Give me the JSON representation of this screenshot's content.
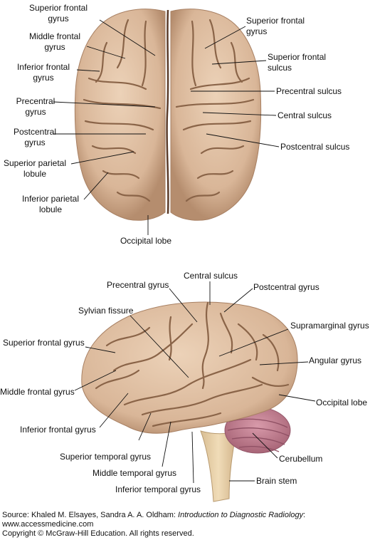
{
  "top_view": {
    "labels": {
      "superior_frontal_gyrus_left": "Superior frontal\ngyrus",
      "middle_frontal_gyrus": "Middle frontal\ngyrus",
      "inferior_frontal_gyrus": "Inferior frontal\ngyrus",
      "precentral_gyrus": "Precentral\ngyrus",
      "postcentral_gyrus": "Postcentral\ngyrus",
      "superior_parietal_lobule": "Superior parietal\nlobule",
      "inferior_parietal_lobule": "Inferior parietal\nlobule",
      "occipital_lobe": "Occipital lobe",
      "superior_frontal_gyrus_right": "Superior frontal\ngyrus",
      "superior_frontal_sulcus": "Superior frontal\nsulcus",
      "precentral_sulcus": "Precentral sulcus",
      "central_sulcus": "Central sulcus",
      "postcentral_sulcus": "Postcentral sulcus"
    }
  },
  "side_view": {
    "labels": {
      "central_sulcus": "Central sulcus",
      "precentral_gyrus": "Precentral gyrus",
      "postcentral_gyrus": "Postcentral gyrus",
      "sylvian_fissure": "Sylvian fissure",
      "supramarginal_gyrus": "Supramarginal gyrus",
      "superior_frontal_gyrus": "Superior frontal gyrus",
      "angular_gyrus": "Angular gyrus",
      "middle_frontal_gyrus": "Middle frontal gyrus",
      "occipital_lobe": "Occipital lobe",
      "inferior_frontal_gyrus": "Inferior frontal gyrus",
      "cerebellum": "Cerubellum",
      "superior_temporal_gyrus": "Superior temporal gyrus",
      "middle_temporal_gyrus": "Middle temporal gyrus",
      "brain_stem": "Brain stem",
      "inferior_temporal_gyrus": "Inferior temporal gyrus"
    }
  },
  "caption": {
    "source_prefix": "Source: Khaled M. Elsayes, Sandra A. A. Oldham: ",
    "book_title": "Introduction to Diagnostic Radiology",
    "source_suffix": ":",
    "website": "www.accessmedicine.com",
    "copyright": "Copyright © McGraw-Hill Education. All rights reserved."
  },
  "colors": {
    "brain_fill": "#e2c3a6",
    "brain_shadow": "#b58d6e",
    "sulcus_line": "#7a5640",
    "cerebellum_fill": "#c98496",
    "brainstem_fill": "#e9d3ad",
    "leader_line": "#111111"
  }
}
